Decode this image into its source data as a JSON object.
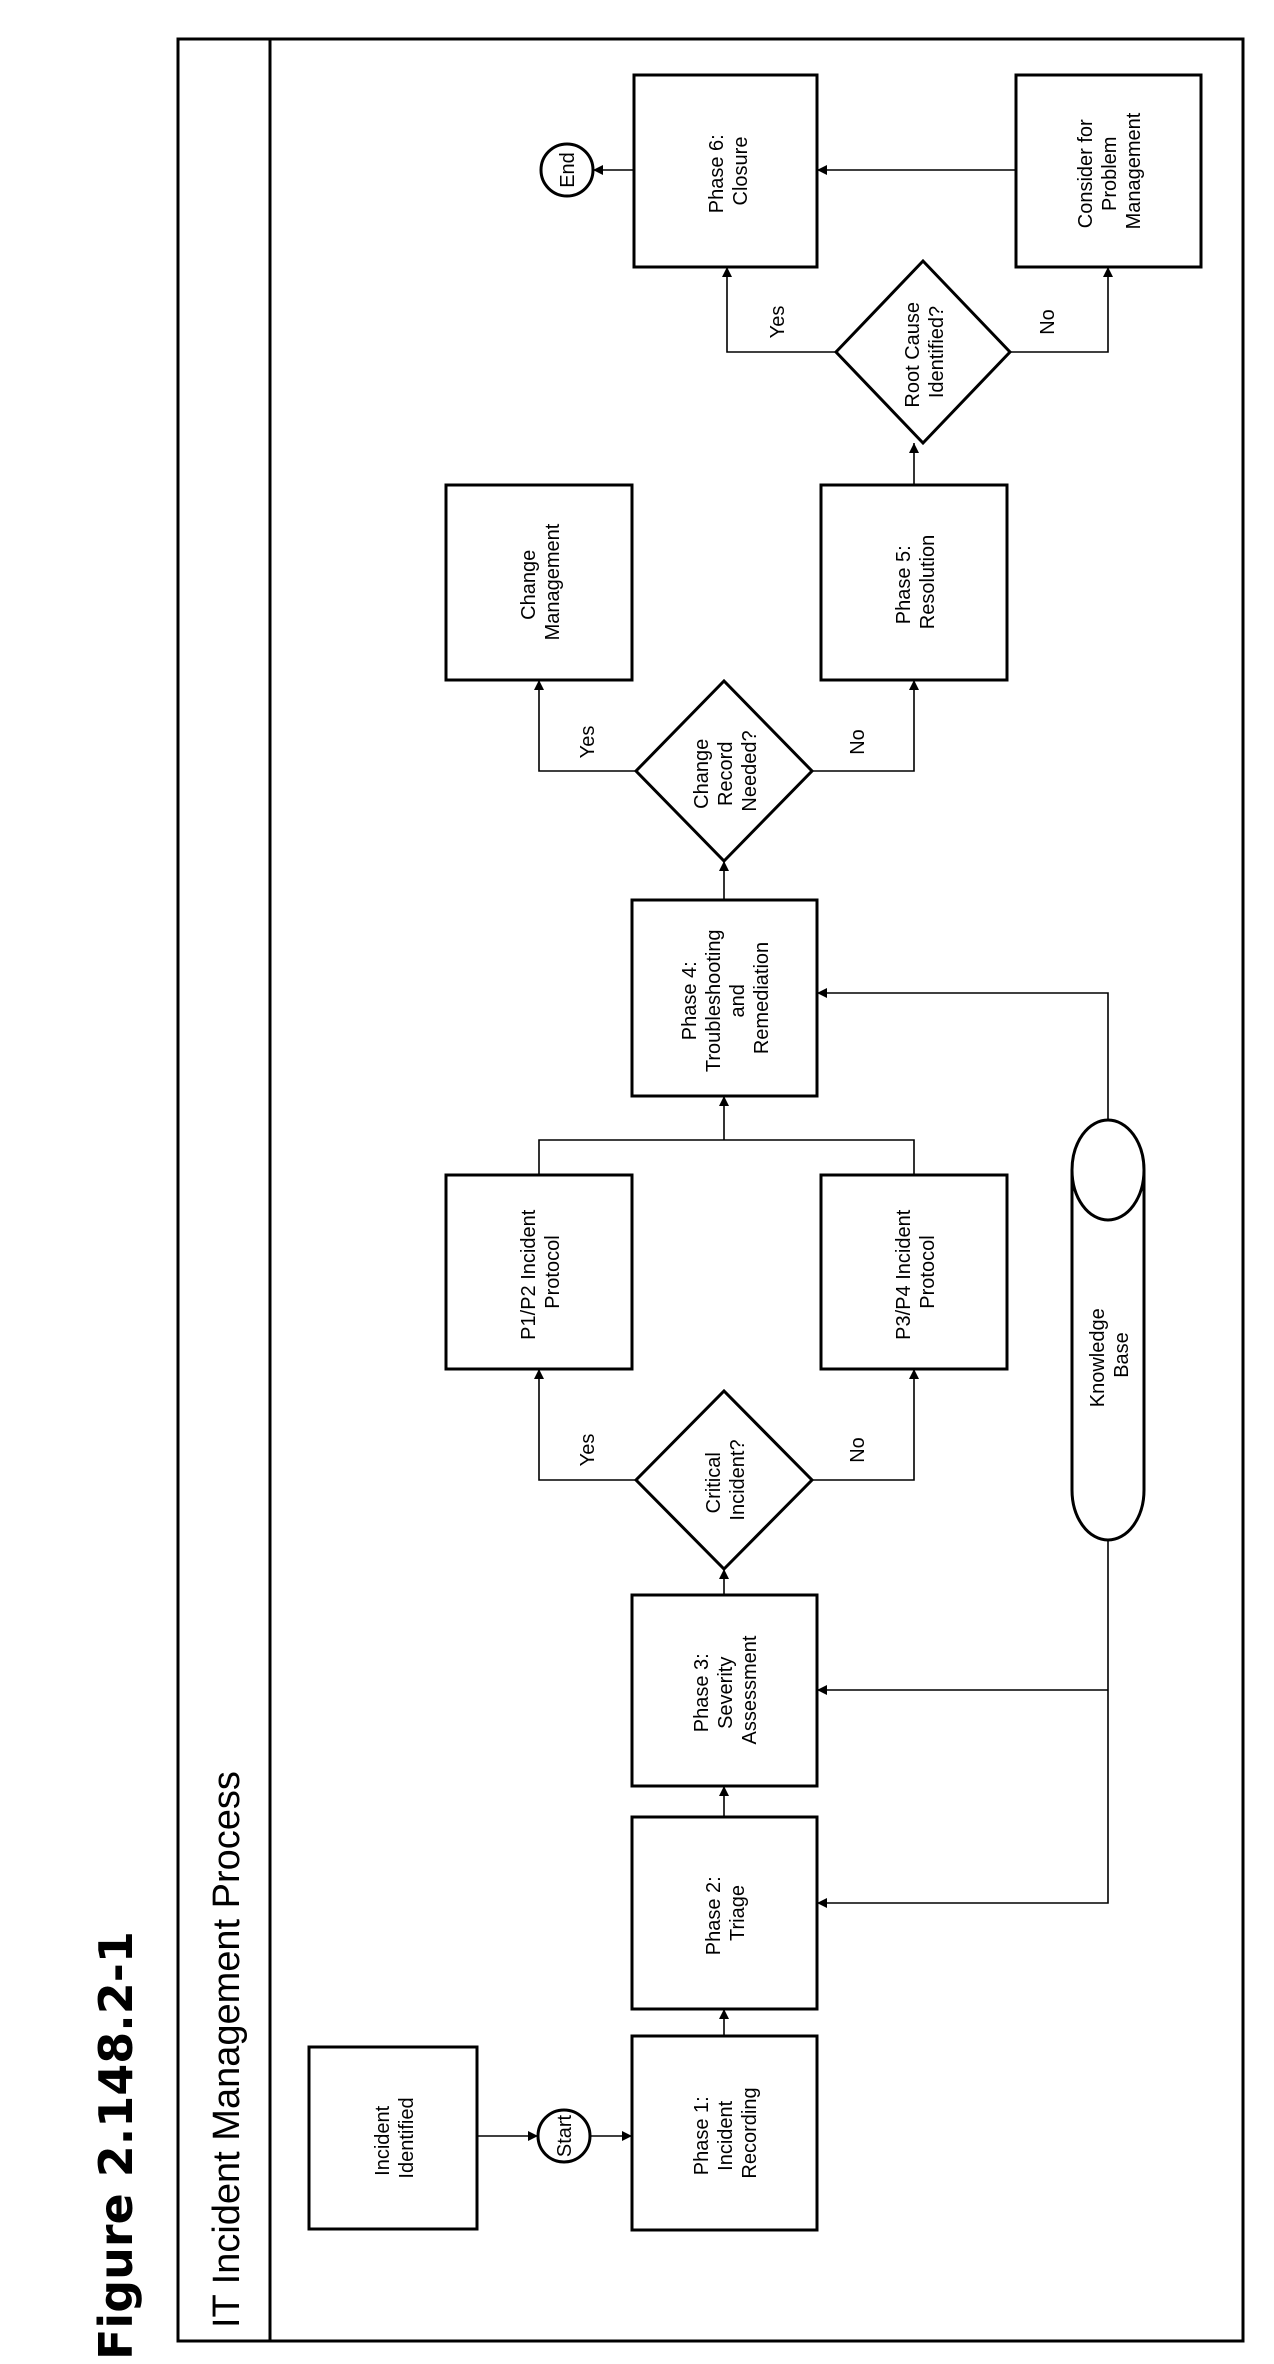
{
  "figure_label": "Figure 2.148.2-1",
  "title": "IT Incident Management Process",
  "nodes": {
    "incident_identified": [
      "Incident",
      "Identified"
    ],
    "start": [
      "Start"
    ],
    "phase1": [
      "Phase 1:",
      "Incident",
      "Recording"
    ],
    "phase2": [
      "Phase 2:",
      "Triage"
    ],
    "phase3": [
      "Phase 3:",
      "Severity",
      "Assessment"
    ],
    "critical": [
      "Critical",
      "Incident?"
    ],
    "p1p2": [
      "P1/P2 Incident",
      "Protocol"
    ],
    "p3p4": [
      "P3/P4 Incident",
      "Protocol"
    ],
    "kb": [
      "Knowledge",
      "Base"
    ],
    "phase4": [
      "Phase 4:",
      "Troubleshooting",
      "and",
      "Remediation"
    ],
    "change_record": [
      "Change",
      "Record",
      "Needed?"
    ],
    "change_mgmt": [
      "Change",
      "Management"
    ],
    "phase5": [
      "Phase 5:",
      "Resolution"
    ],
    "root_cause": [
      "Root Cause",
      "Identified?"
    ],
    "phase6": [
      "Phase 6:",
      "Closure"
    ],
    "end": [
      "End"
    ],
    "problem_mgmt": [
      "Consider for",
      "Problem",
      "Management"
    ]
  },
  "edge_labels": {
    "critical_yes": "Yes",
    "critical_no": "No",
    "change_yes": "Yes",
    "change_no": "No",
    "root_yes": "Yes",
    "root_no": "No"
  }
}
